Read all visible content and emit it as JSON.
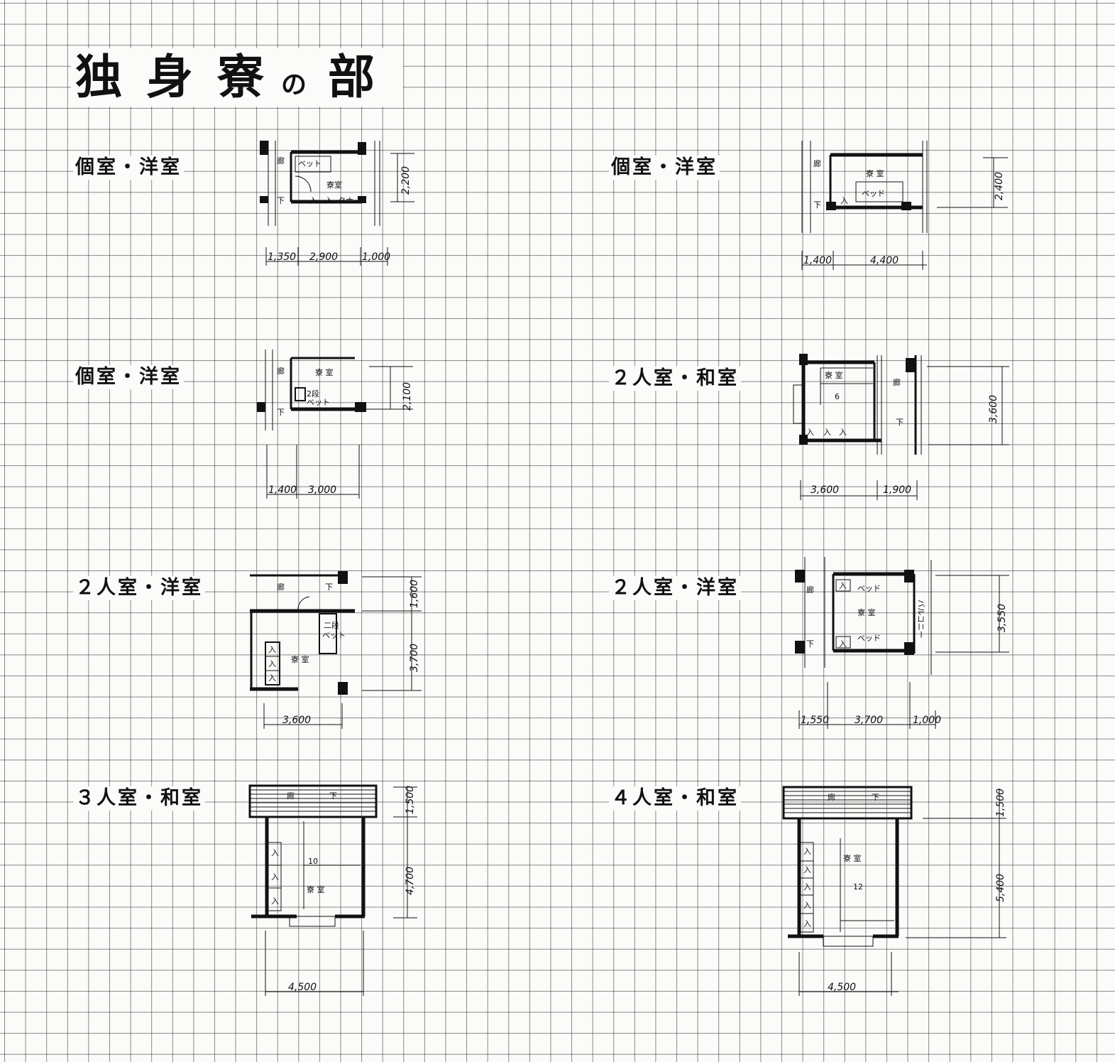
{
  "title": {
    "part1": "独身寮",
    "part2": "の",
    "part3": "部"
  },
  "rooms": [
    {
      "label": "個室・洋室",
      "dims_w": [
        "1,350",
        "2,900",
        "1,000"
      ],
      "dim_h": "2,200",
      "texts": [
        "廊",
        "下",
        "ベット",
        "寮室",
        "入",
        "入",
        "タナ"
      ]
    },
    {
      "label": "個室・洋室",
      "dims_w": [
        "1,400",
        "4,400"
      ],
      "dim_h": "2,400",
      "texts": [
        "廊",
        "下",
        "寮 室",
        "入",
        "ベッド"
      ]
    },
    {
      "label": "個室・洋室",
      "dims_w": [
        "1,400",
        "3,000"
      ],
      "dim_h": "2,100",
      "texts": [
        "廊",
        "下",
        "寮 室",
        "2段",
        "ベット"
      ]
    },
    {
      "label": "２人室・和室",
      "dims_w": [
        "3,600",
        "1,900"
      ],
      "dim_h": "3,600",
      "texts": [
        "寮 室",
        "6",
        "入",
        "入",
        "入",
        "廊",
        "下"
      ]
    },
    {
      "label": "２人室・洋室",
      "dims_w": [
        "3,600"
      ],
      "dims_h": [
        "1,600",
        "3,700"
      ],
      "texts": [
        "廊",
        "下",
        "二段",
        "ベット",
        "入",
        "入",
        "入",
        "寮 室"
      ]
    },
    {
      "label": "２人室・洋室",
      "dims_w": [
        "1,550",
        "3,700",
        "1,000"
      ],
      "dim_h": "3,550",
      "texts": [
        "廊",
        "下",
        "入",
        "ベッド",
        "寮 室",
        "入",
        "ベッド",
        "バルコニー"
      ]
    },
    {
      "label": "３人室・和室",
      "dims_w": [
        "4,500"
      ],
      "dims_h": [
        "1,500",
        "4,700"
      ],
      "texts": [
        "廊",
        "下",
        "入",
        "10",
        "入",
        "入",
        "寮 室"
      ]
    },
    {
      "label": "４人室・和室",
      "dims_w": [
        "4,500"
      ],
      "dims_h": [
        "1,500",
        "5,400"
      ],
      "texts": [
        "廊",
        "下",
        "寮 室",
        "12",
        "入",
        "入",
        "入",
        "入",
        "入"
      ]
    }
  ],
  "unit": "m"
}
